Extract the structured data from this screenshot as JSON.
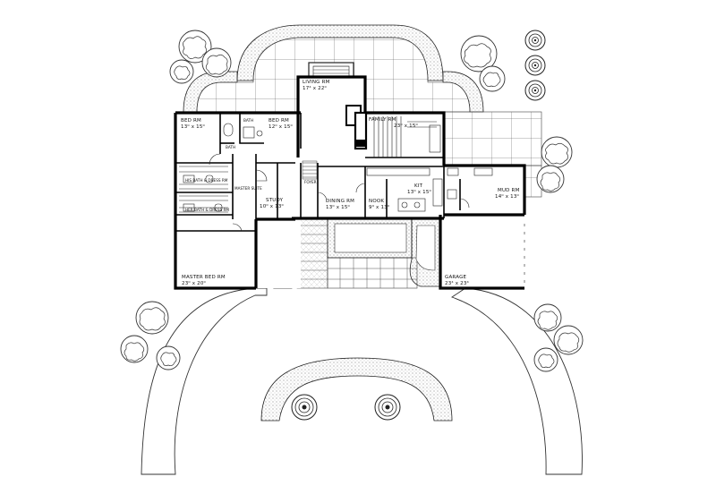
{
  "rooms": {
    "living": {
      "name": "LIVING RM",
      "dim": "17⁴ x 22⁰"
    },
    "bed1": {
      "name": "BED RM",
      "dim": "13⁰ x 15⁰"
    },
    "bed2": {
      "name": "BED RM",
      "dim": "12⁰ x 15⁰"
    },
    "bath": {
      "name": "BATH"
    },
    "family": {
      "name": "FAMILY RM",
      "dim": "23⁰ x 15⁰"
    },
    "his_bath": {
      "name": "HIS BATH & DRESS RM"
    },
    "her_bath": {
      "name": "HER BATH & DRESS RM"
    },
    "master_suite": {
      "name": "MASTER SUITE"
    },
    "study": {
      "name": "STUDY",
      "dim": "10⁰ x 13⁰"
    },
    "foyer": {
      "name": "FOYER"
    },
    "dining": {
      "name": "DINING RM",
      "dim": "13⁰ x 15⁰"
    },
    "nook": {
      "name": "NOOK",
      "dim": "9⁰ x 13⁰"
    },
    "kit": {
      "name": "KIT",
      "dim": "13⁰ x 15⁰"
    },
    "mud": {
      "name": "MUD RM",
      "dim": "14⁰ x 13⁰"
    },
    "master_bed": {
      "name": "MASTER BED RM",
      "dim": "23⁰ x 20⁰"
    },
    "garage": {
      "name": "GARAGE",
      "dim": "23⁴ x 23⁴"
    }
  }
}
